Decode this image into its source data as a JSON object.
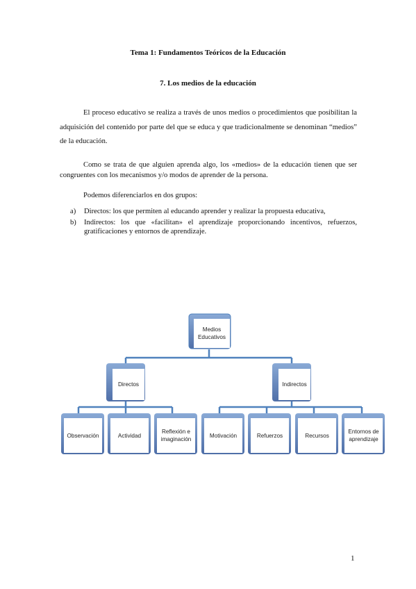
{
  "document": {
    "title": "Tema 1: Fundamentos Teóricos de la Educación",
    "section_title": "7. Los medios de la educación",
    "paragraph1": "El proceso educativo se realiza a través de unos medios o procedimientos que posibilitan la adquisición del contenido por parte del que se educa y que tradicionalmente se denominan “medios” de la educación.",
    "paragraph2": "Como se trata de que alguien aprenda algo, los «medios» de la educación tienen que ser congruentes con los mecanismos y/o modos de aprender de la persona.",
    "paragraph3": "Podemos diferenciarlos en dos grupos:",
    "list": [
      {
        "marker": "a)",
        "text": "Directos: los que permiten al educando aprender y realizar la propuesta educativa,"
      },
      {
        "marker": "b)",
        "text": "Indirectos: los que «facilitan» el aprendizaje proporcionando incentivos, refuerzos, gratificaciones y entornos de aprendizaje."
      }
    ],
    "page_number": "1"
  },
  "diagram": {
    "root": "Medios Educativos",
    "level1": [
      "Directos",
      "Indirectos"
    ],
    "directos_children": [
      "Observación",
      "Actividad",
      "Reflexión e imaginación"
    ],
    "indirectos_children": [
      "Motivación",
      "Refuerzos",
      "Recursos",
      "Entornos de aprendizaje"
    ],
    "colors": {
      "box_border": "#4f81bd",
      "box_fill": "#ffffff",
      "connector": "#4f81bd"
    }
  }
}
